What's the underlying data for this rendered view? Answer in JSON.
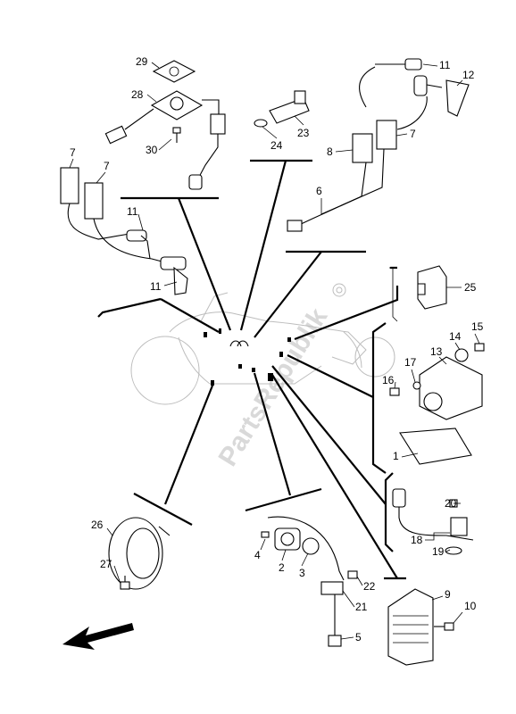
{
  "diagram": {
    "part_numbers": {
      "p1": "1",
      "p2": "2",
      "p3": "3",
      "p4": "4",
      "p5": "5",
      "p6": "6",
      "p7a": "7",
      "p7b": "7",
      "p7c": "7",
      "p8": "8",
      "p9": "9",
      "p10": "10",
      "p11a": "11",
      "p11b": "11",
      "p11c": "11",
      "p12": "12",
      "p13": "13",
      "p14": "14",
      "p15": "15",
      "p16": "16",
      "p17": "17",
      "p18": "18",
      "p19": "19",
      "p20": "20",
      "p21": "21",
      "p22": "22",
      "p23": "23",
      "p24": "24",
      "p25": "25",
      "p26": "26",
      "p27": "27",
      "p28": "28",
      "p29": "29",
      "p30": "30"
    },
    "watermark": "PartsRepublik",
    "front_arrow_icon": "arrow-left-down-icon"
  }
}
